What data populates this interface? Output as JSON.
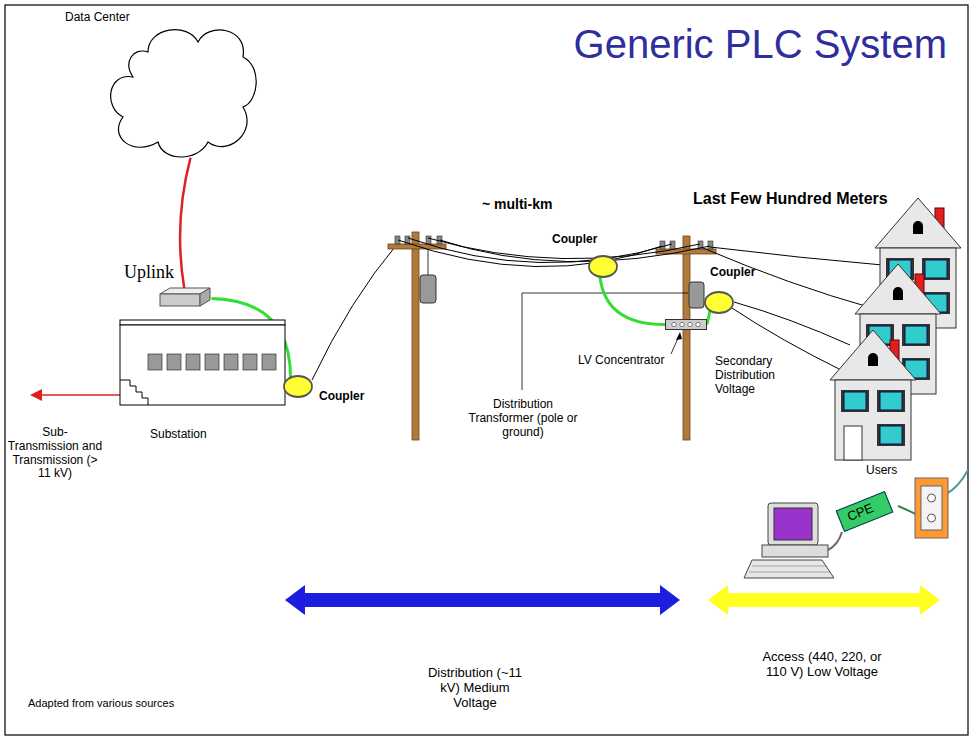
{
  "diagram": {
    "title": "Generic PLC System",
    "nodes": [
      {
        "text": [
          "Data Center"
        ]
      },
      {
        "text": [
          "Substation"
        ]
      },
      {
        "text": [
          "Coupler"
        ]
      },
      {
        "text": [
          "Coupler"
        ]
      },
      {
        "text": [
          "LV Concentrator"
        ]
      },
      {
        "text": [
          "Coupler"
        ]
      },
      {
        "text": [
          "Users"
        ]
      },
      {
        "text": [
          "CPE"
        ]
      }
    ],
    "edges": [
      {
        "from": 0,
        "to": 1,
        "arrow": "none",
        "label": "Uplink"
      },
      {
        "from": 1,
        "to": 2,
        "arrow": "none"
      },
      {
        "from": 3,
        "to": 4,
        "arrow": "none"
      },
      {
        "from": 4,
        "to": 5,
        "arrow": "none"
      }
    ],
    "labels": [
      "~ multi-km",
      "Last Few Hundred Meters",
      "Distribution Transformer (pole or ground)",
      "Secondary Distribution Voltage",
      "Sub-Transmission and Transmission (> 11 kV)",
      "Distribution (~11 kV) Medium Voltage",
      "Access (440, 220, or 110 V) Low Voltage",
      "Adapted from various sources"
    ]
  }
}
